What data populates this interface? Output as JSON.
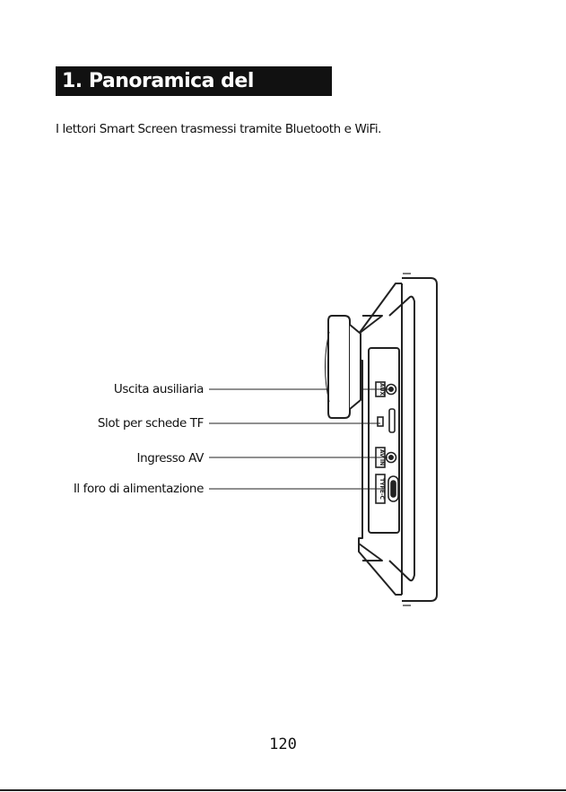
{
  "section": {
    "title": "1. Panoramica del prodotto",
    "intro": "I lettori Smart Screen trasmessi tramite Bluetooth e WiFi."
  },
  "callouts": [
    {
      "label": "Uscita ausiliaria"
    },
    {
      "label": "Slot per schede TF"
    },
    {
      "label": "Ingresso AV"
    },
    {
      "label": "Il foro di alimentazione"
    }
  ],
  "port_labels": {
    "aux": "AUX",
    "av_in": "AV IN",
    "type_c": "TYPE-C"
  },
  "page_number": "120",
  "colors": {
    "text": "#111111",
    "title_bg": "#111111",
    "title_fg": "#ffffff",
    "line": "#222222"
  }
}
